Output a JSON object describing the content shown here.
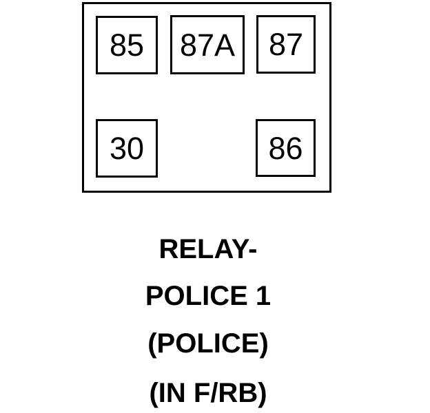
{
  "figure": {
    "type": "relay-pinout-diagram",
    "colors": {
      "line": "#000000",
      "text": "#000000",
      "background": "#ffffff"
    },
    "relay": {
      "pins": [
        {
          "label": "85",
          "position": "top-left"
        },
        {
          "label": "87A",
          "position": "top-center"
        },
        {
          "label": "87",
          "position": "top-right"
        },
        {
          "label": "30",
          "position": "bottom-left"
        },
        {
          "label": "86",
          "position": "bottom-right"
        }
      ]
    },
    "caption": {
      "lines": [
        "RELAY-",
        "POLICE 1",
        "(POLICE)",
        "(IN F/RB)"
      ]
    }
  }
}
